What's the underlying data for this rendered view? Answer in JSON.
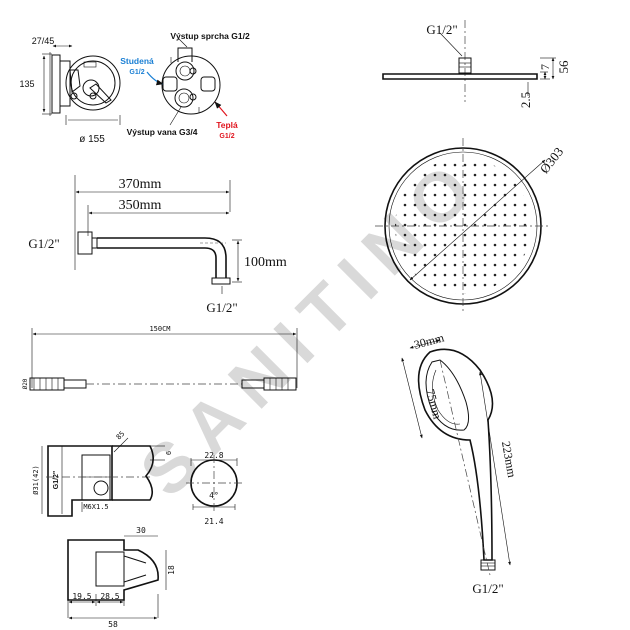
{
  "watermark": {
    "text": "SANITINO"
  },
  "mixer": {
    "dim_depth": "27/45",
    "dim_height": "135",
    "dim_diameter": "ø 155",
    "outlet_shower": "Výstup sprcha G1/2",
    "cold_label": "Studená",
    "cold_thread": "G1/2",
    "outlet_bath": "Výstup vana G3/4",
    "hot_label": "Teplá",
    "hot_thread": "G1/2",
    "cold_color": "#1a7fd4",
    "hot_color": "#e0141e"
  },
  "head_side": {
    "thread": "G1/2\"",
    "dim_a": "7",
    "dim_b": "56",
    "dim_c": "2.5"
  },
  "head_top": {
    "diameter": "Ø303"
  },
  "arm": {
    "dim_outer": "370mm",
    "dim_inner": "350mm",
    "dim_drop": "100mm",
    "thread_in": "G1/2\"",
    "thread_out": "G1/2\""
  },
  "hose": {
    "length": "150CM",
    "dia": "Ø20"
  },
  "holder": {
    "dim_85": "85",
    "dim_6": "6",
    "dim_d": "Ø31(42)",
    "thread": "G1/2\"",
    "screw": "M6X1.5",
    "dim_22": "22.8",
    "dim_4": "4°",
    "dim_21": "21.4",
    "dim_30": "30",
    "dim_18": "18",
    "dim_19": "19.5",
    "dim_28": "28.5",
    "dim_58": "58"
  },
  "handshower": {
    "dim_head": "30mm",
    "dim_face": "75mm",
    "dim_len": "223mm",
    "thread": "G1/2\""
  }
}
